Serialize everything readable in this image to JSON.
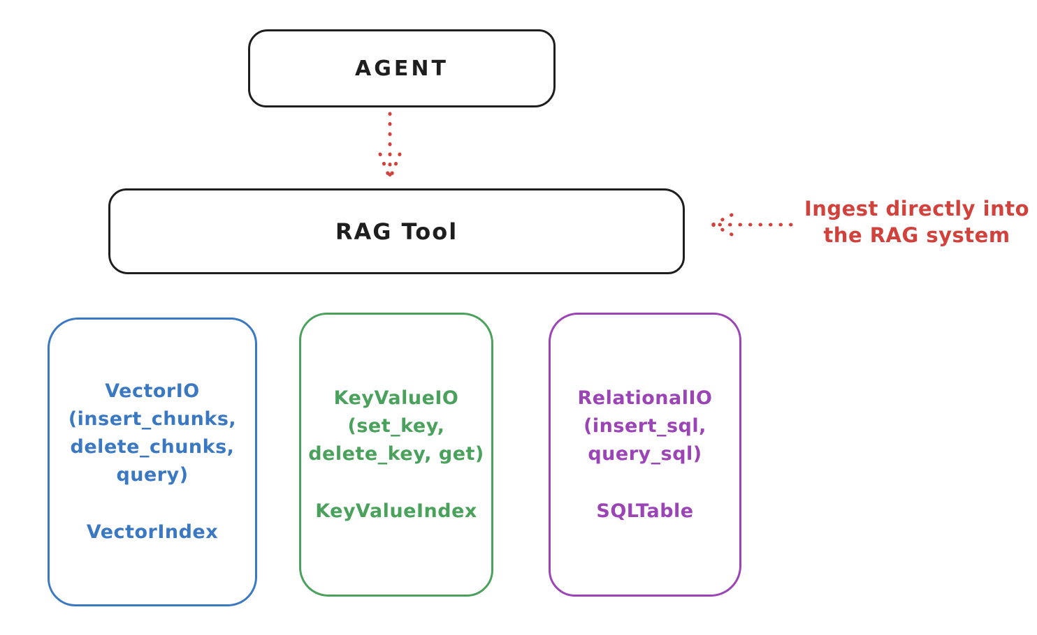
{
  "diagram": {
    "background": "#ffffff",
    "stroke_black": "#1e1e1e",
    "accent_red": "#d2423c",
    "agent": {
      "label": "AGENT"
    },
    "rag_tool": {
      "label": "RAG Tool"
    },
    "annotation": {
      "line1": "Ingest directly into",
      "line2": "the RAG system",
      "color": "#d2423c"
    },
    "arrows": [
      {
        "name": "agent-to-rag-tool",
        "style": "dotted",
        "direction": "down",
        "color": "#d2423c"
      },
      {
        "name": "ingest-into-rag-tool",
        "style": "dotted",
        "direction": "left",
        "color": "#d2423c"
      }
    ],
    "stores": [
      {
        "id": "vector-io",
        "color": "#3b78c2",
        "lines": [
          "VectorIO",
          "(insert_chunks,",
          "delete_chunks,",
          "query)"
        ],
        "index_label": "VectorIndex"
      },
      {
        "id": "key-value-io",
        "color": "#4aa15c",
        "lines": [
          "KeyValueIO",
          "(set_key,",
          "delete_key, get)"
        ],
        "index_label": "KeyValueIndex"
      },
      {
        "id": "relational-io",
        "color": "#9b44b6",
        "lines": [
          "RelationalIO",
          "(insert_sql,",
          "query_sql)"
        ],
        "index_label": "SQLTable"
      }
    ]
  }
}
